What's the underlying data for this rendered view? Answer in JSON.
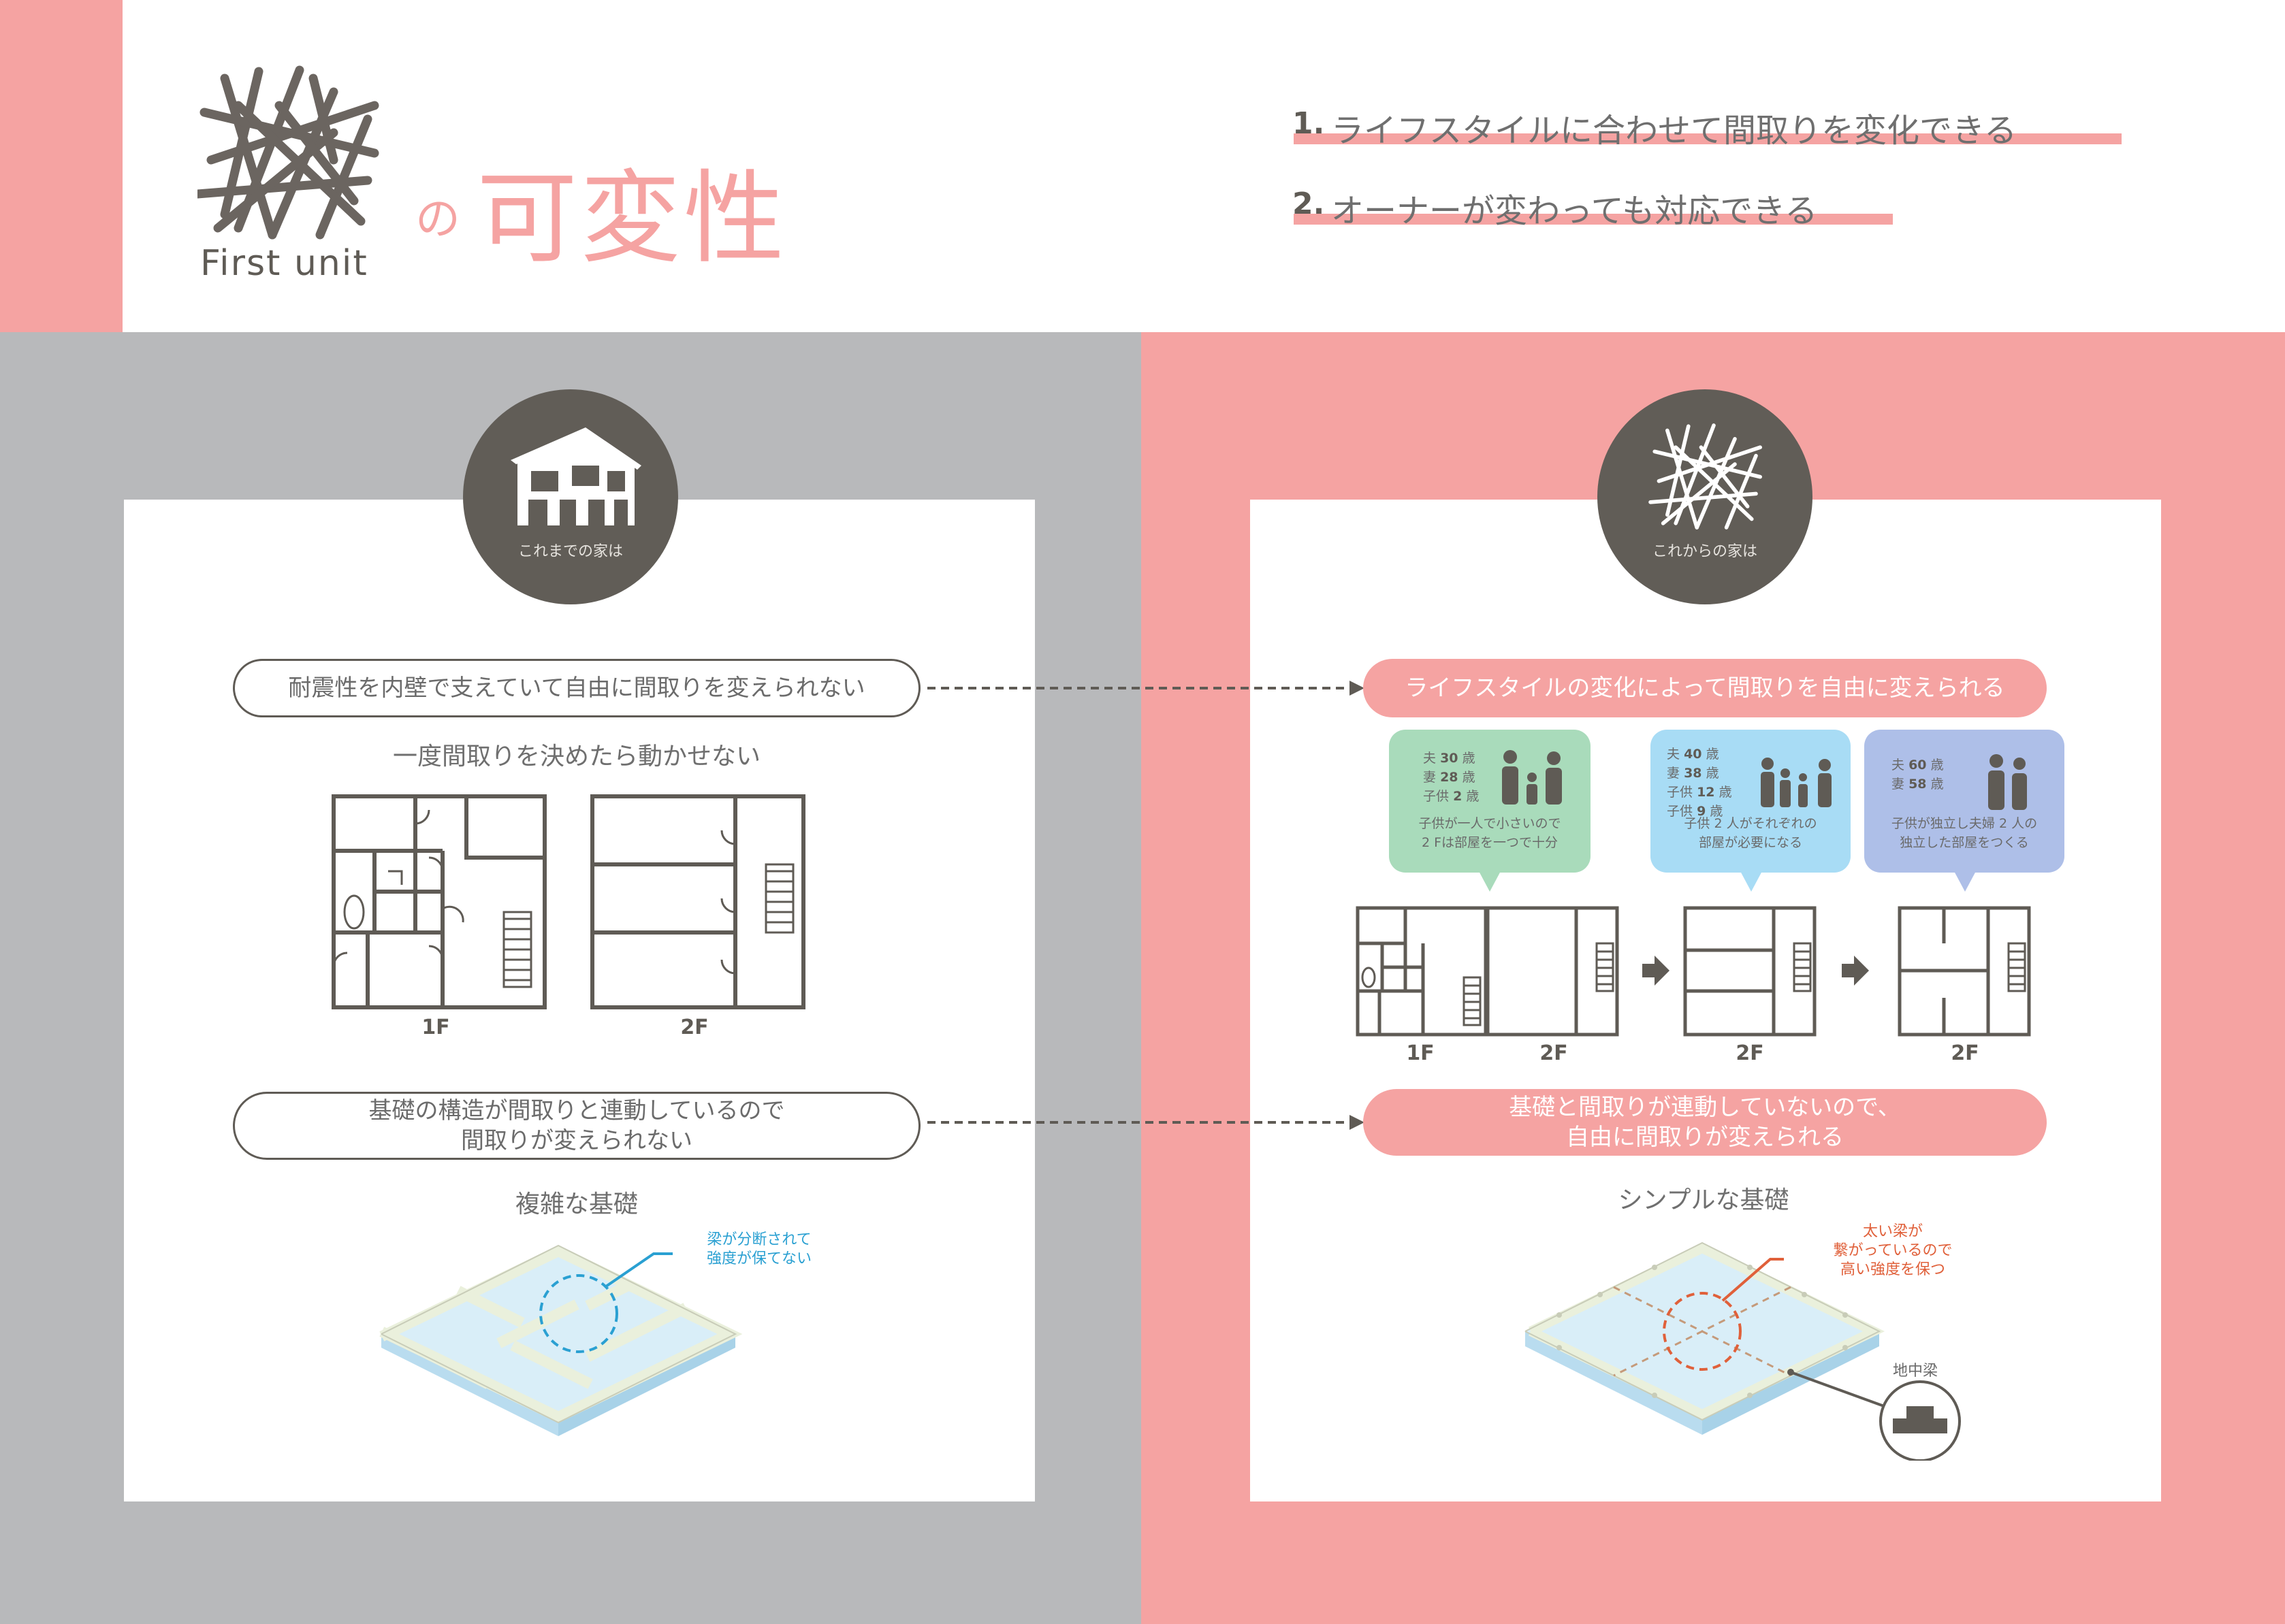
{
  "header": {
    "logo_text": "First unit",
    "title_particle": "の",
    "title_main": "可変性",
    "point1_num": "1.",
    "point1_text": "ライフスタイルに合わせて間取りを変化できる",
    "point2_num": "2.",
    "point2_text": "オーナーが変わっても対応できる"
  },
  "left": {
    "badge_label": "これまでの家は",
    "pill1": "耐震性を内壁で支えていて自由に間取りを変えられない",
    "caption1": "一度間取りを決めたら動かせない",
    "floor1": "1F",
    "floor2": "2F",
    "pill2_line1": "基礎の構造が間取りと連動しているので",
    "pill2_line2": "間取りが変えられない",
    "caption2": "複雑な基礎",
    "note_line1": "梁が分断されて",
    "note_line2": "強度が保てない"
  },
  "right": {
    "badge_label": "これからの家は",
    "pill1": "ライフスタイルの変化によって間取りを自由に変えられる",
    "bubbles": [
      {
        "ages": [
          [
            "夫",
            "30",
            "歳"
          ],
          [
            "妻",
            "28",
            "歳"
          ],
          [
            "子供",
            "2",
            "歳"
          ]
        ],
        "desc_line1": "子供が一人で小さいので",
        "desc_line2": "2 Fは部屋を一つで十分"
      },
      {
        "ages": [
          [
            "夫",
            "40",
            "歳"
          ],
          [
            "妻",
            "38",
            "歳"
          ],
          [
            "子供",
            "12",
            "歳"
          ],
          [
            "子供",
            "9",
            "歳"
          ]
        ],
        "desc_line1": "子供 2 人がそれぞれの",
        "desc_line2": "部屋が必要になる"
      },
      {
        "ages": [
          [
            "夫",
            "60",
            "歳"
          ],
          [
            "妻",
            "58",
            "歳"
          ]
        ],
        "desc_line1": "子供が独立し夫婦 2 人の",
        "desc_line2": "独立した部屋をつくる"
      }
    ],
    "floor_labels": [
      "1F",
      "2F",
      "2F",
      "2F"
    ],
    "pill2_line1": "基礎と間取りが連動していないので、",
    "pill2_line2": "自由に間取りが変えられる",
    "caption2": "シンプルな基礎",
    "note_line1": "太い梁が",
    "note_line2": "繋がっているので",
    "note_line3": "高い強度を保つ",
    "beam_label": "地中梁"
  },
  "colors": {
    "pink": "#f5a3a2",
    "gray_panel": "#b8b9bb",
    "dark": "#615d57",
    "green_bubble": "#a9dbbb",
    "blue_bubble": "#a8dcf5",
    "violet_bubble": "#aebfe8",
    "cyan_note": "#2aa0d2",
    "orange_note": "#e0603a"
  }
}
